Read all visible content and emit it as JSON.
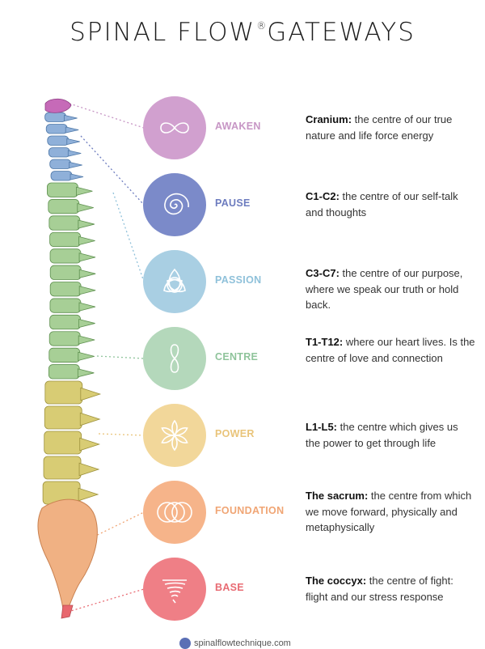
{
  "title": {
    "main": "SPINAL FLOW",
    "mark": "®",
    "tail": "GATEWAYS"
  },
  "gateways": [
    {
      "label": "AWAKEN",
      "region": "Cranium:",
      "text": " the centre of our true nature and life force energy",
      "icon": "infinity-icon",
      "color": "#d1a0cf",
      "label_color": "#c796c5"
    },
    {
      "label": "PAUSE",
      "region": "C1-C2:",
      "text": " the centre of our self-talk and thoughts",
      "icon": "spiral-icon",
      "color": "#7b8ac9",
      "label_color": "#6d7cbf"
    },
    {
      "label": "PASSION",
      "region": "C3-C7:",
      "text": " the centre of our purpose, where we speak our truth or hold back.",
      "icon": "triquetra-icon",
      "color": "#a9cfe3",
      "label_color": "#8fc1da"
    },
    {
      "label": "CENTRE",
      "region": "T1-T12:",
      "text": " where our heart lives. Is the centre of love and connection",
      "icon": "figure-eight-icon",
      "color": "#b4d8bb",
      "label_color": "#8fc49b"
    },
    {
      "label": "POWER",
      "region": "L1-L5:",
      "text": " the centre which gives us the power to get through life",
      "icon": "flower-icon",
      "color": "#f2d79a",
      "label_color": "#e9c47a"
    },
    {
      "label": "FOUNDATION",
      "region": "The sacrum:",
      "text": " the centre from which we move forward, physically and metaphysically",
      "icon": "rings-icon",
      "color": "#f6b48a",
      "label_color": "#f0a574"
    },
    {
      "label": "BASE",
      "region": "The coccyx:",
      "text": " the centre of fight: flight and our stress response",
      "icon": "tornado-icon",
      "color": "#ef7f86",
      "label_color": "#e86b73"
    }
  ],
  "footer": {
    "site": "spinalflowtechnique.com",
    "logo_icon": "spinal-flow-logo-icon"
  }
}
